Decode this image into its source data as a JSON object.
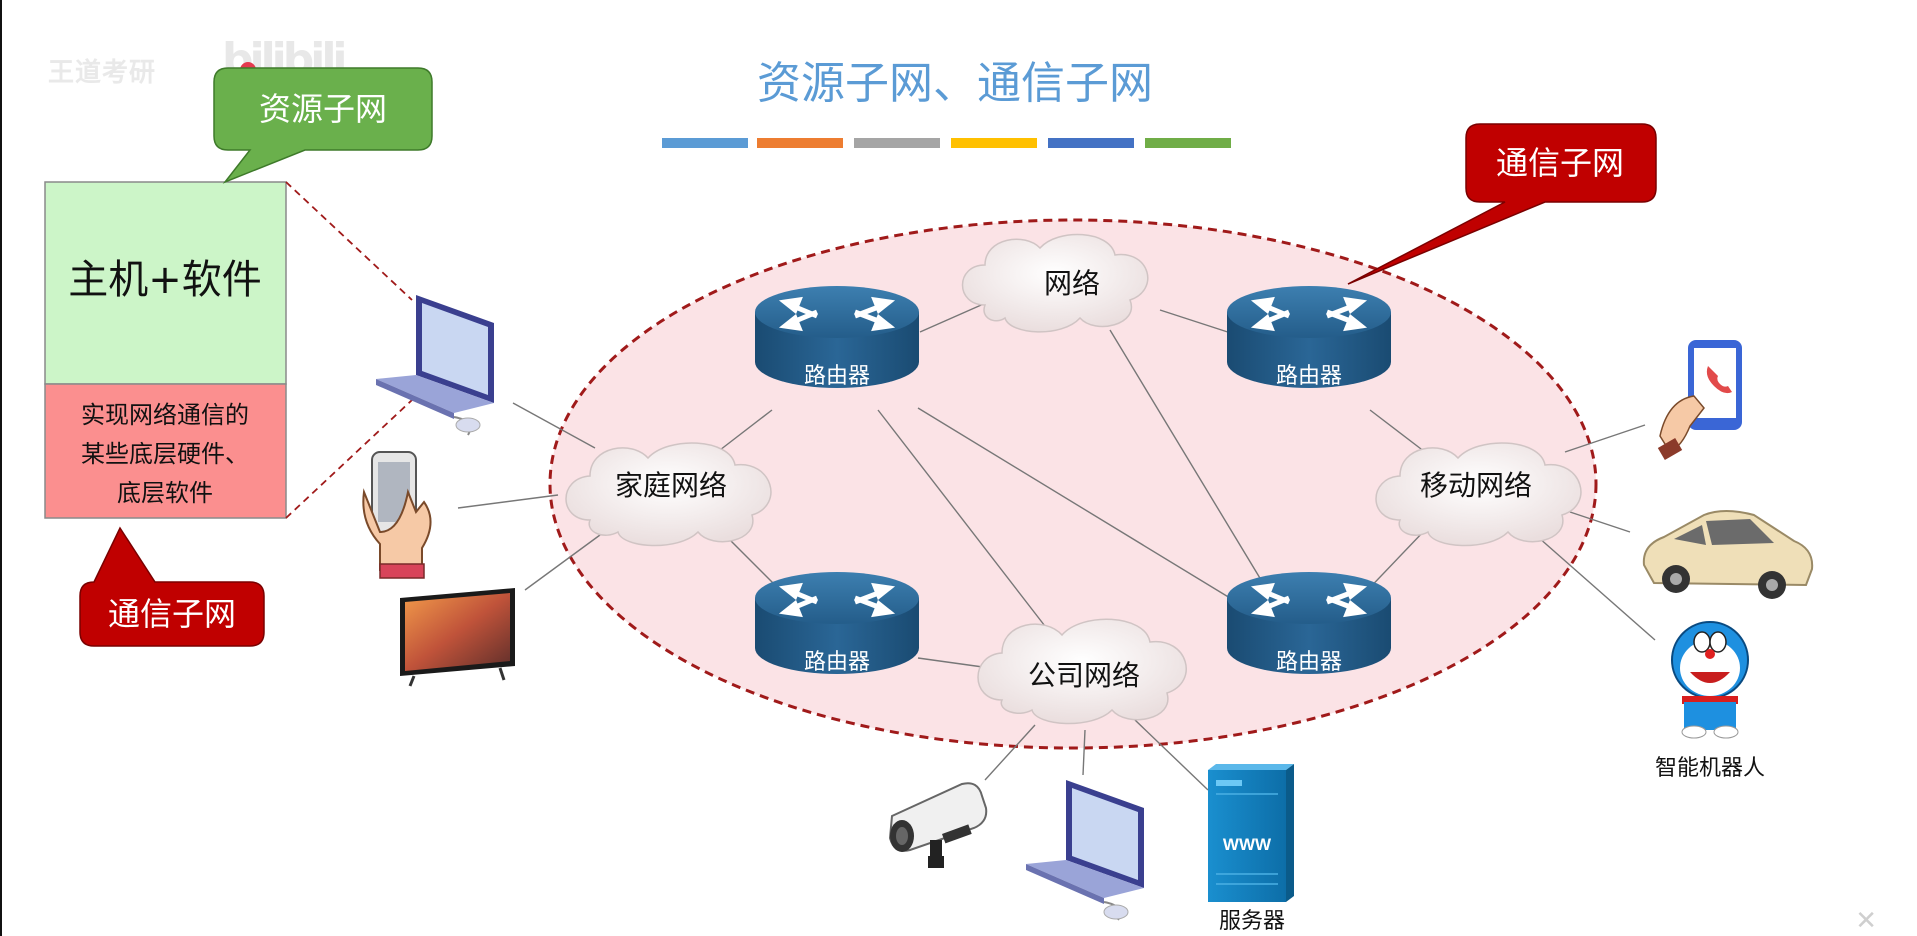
{
  "title": "资源子网、通信子网",
  "title_color": "#5b9bd5",
  "title_bar_colors": [
    "#5b9bd5",
    "#ed7d31",
    "#a5a5a5",
    "#ffc000",
    "#4472c4",
    "#70ad47"
  ],
  "watermark": {
    "text": "王道考研",
    "logo": "bilibili"
  },
  "callouts": {
    "resource_top": "资源子网",
    "comm_left": "通信子网",
    "comm_right": "通信子网"
  },
  "host_box": {
    "upper": "主机+软件",
    "lower_lines": [
      "实现网络通信的",
      "某些底层硬件、",
      "底层软件"
    ]
  },
  "clouds": {
    "top": "网络",
    "home": "家庭网络",
    "mobile": "移动网络",
    "company": "公司网络"
  },
  "router_label": "路由器",
  "device_labels": {
    "robot": "智能机器人",
    "server": "服务器",
    "www": "WWW"
  },
  "colors": {
    "ellipse_fill": "#fbe3e6",
    "ellipse_stroke": "#a01a1a",
    "green_callout": "#6ab04c",
    "red_callout": "#c00000",
    "host_green": "#ccf5c8",
    "host_red": "#fb8f8f",
    "router": "#1f5a85"
  },
  "icons": [
    "laptop-icon",
    "hand-phone-icon",
    "tv-icon",
    "security-camera-icon",
    "server-icon",
    "phone-call-icon",
    "car-icon",
    "robot-icon"
  ]
}
